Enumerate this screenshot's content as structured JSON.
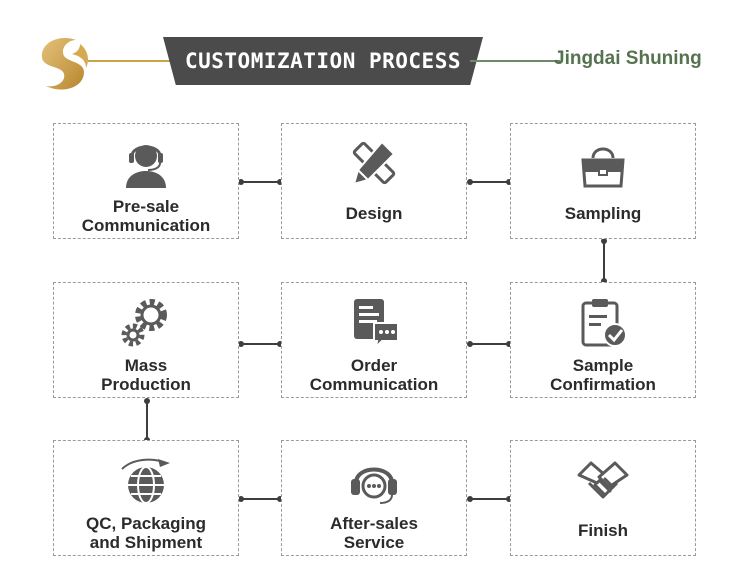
{
  "header": {
    "title": "CUSTOMIZATION PROCESS",
    "brand": "Jingdai Shuning"
  },
  "colors": {
    "banner": "#4b4b4b",
    "brand_text": "#55734f",
    "logo_gold": "#c9a24a",
    "icon": "#5a5a5a",
    "border": "#9a9a9a"
  },
  "steps": [
    {
      "icon": "customer-service-icon",
      "label1": "Pre-sale",
      "label2": "Communication"
    },
    {
      "icon": "pencil-ruler-icon",
      "label1": "Design",
      "label2": ""
    },
    {
      "icon": "handbag-icon",
      "label1": "Sampling",
      "label2": ""
    },
    {
      "icon": "clipboard-check-icon",
      "label1": "Sample",
      "label2": "Confirmation"
    },
    {
      "icon": "document-chat-icon",
      "label1": "Order",
      "label2": "Communication"
    },
    {
      "icon": "gears-icon",
      "label1": "Mass",
      "label2": "Production"
    },
    {
      "icon": "globe-plane-icon",
      "label1": "QC, Packaging",
      "label2": "and Shipment"
    },
    {
      "icon": "headset-chat-icon",
      "label1": "After-sales",
      "label2": "Service"
    },
    {
      "icon": "handshake-icon",
      "label1": "Finish",
      "label2": ""
    }
  ]
}
